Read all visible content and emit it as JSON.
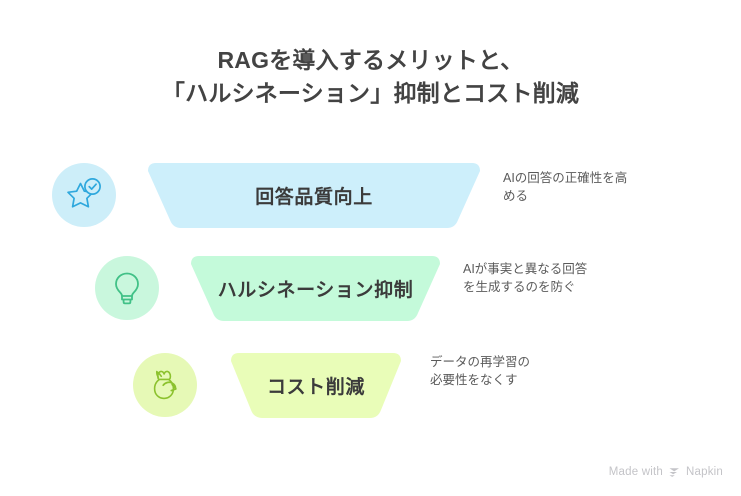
{
  "title": {
    "line1": "RAGを導入するメリットと、",
    "line2": "「ハルシネーション」抑制とコスト削減"
  },
  "funnel": {
    "type": "funnel",
    "steps": [
      {
        "label": "回答品質向上",
        "caption": "AIの回答の正確性を高\nめる",
        "icon": "star-check-icon",
        "band_color": "#cdeffb",
        "circle_color": "#cdeef9",
        "icon_color": "#2fa8dd"
      },
      {
        "label": "ハルシネーション抑制",
        "caption": "AIが事実と異なる回答\nを生成するのを防ぐ",
        "icon": "lightbulb-icon",
        "band_color": "#c4fada",
        "circle_color": "#c9f7dd",
        "icon_color": "#41c187"
      },
      {
        "label": "コスト削減",
        "caption": "データの再学習の\n必要性をなくす",
        "icon": "money-bag-recycle-icon",
        "band_color": "#e9fdb8",
        "circle_color": "#e6f9b6",
        "icon_color": "#8cc22e"
      }
    ]
  },
  "watermark": {
    "prefix": "Made with",
    "brand": "Napkin",
    "icon": "napkin-logo-icon"
  }
}
